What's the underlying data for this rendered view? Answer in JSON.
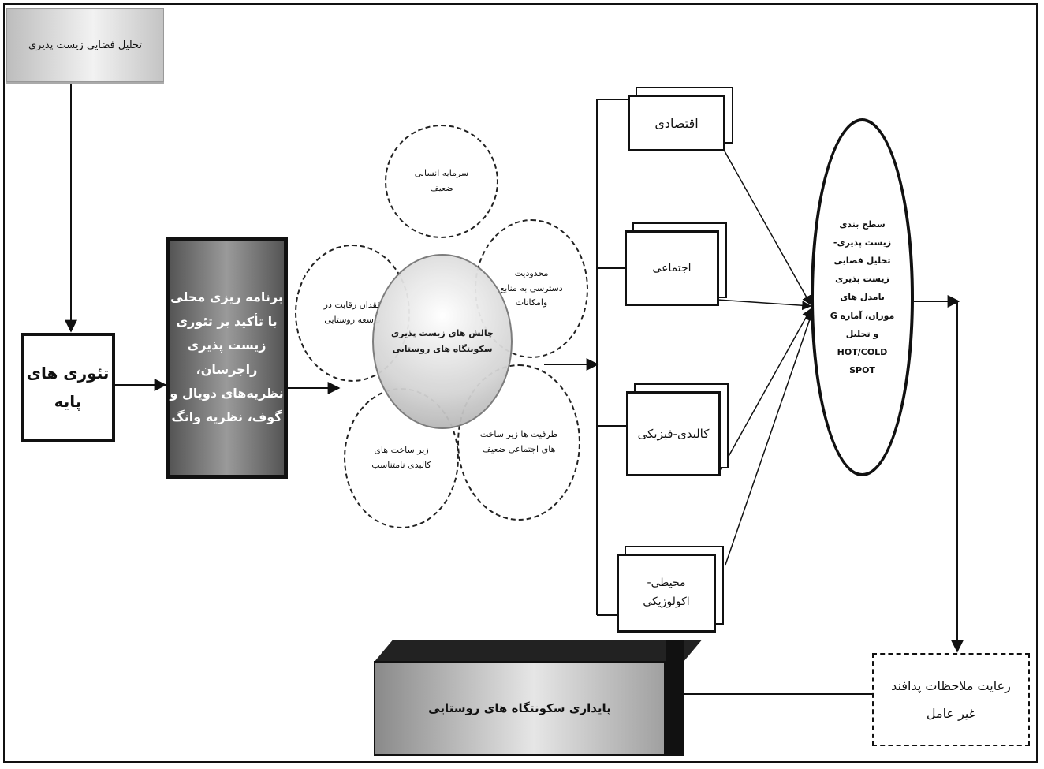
{
  "nodes": {
    "spatial_analysis": "تحلیل فضایی زیست پذیری",
    "base_theories": "تئوری های\nپایه",
    "local_planning": "برنامه ریزی محلی\nبا تأکید بر تئوری\nزیست پذیری\nراجرسان،\nنظریه‌های دویال و\nگوف، نظریه وانگ",
    "center_challenges": "چالش های زیست پذیری\nسکونتگاه های روستایی",
    "human_capital": "سرمایه انسانی\nضعیف",
    "access_limits": "محدودیت\nدسترسی به منابع\nوامکانات",
    "competition": "فقدان رقابت در\nتوسعه روستایی",
    "physical_infra": "زیر ساخت های\nکالبدی نامتناسب",
    "weak_infra": "ظرفیت ها زیر ساخت\nهای اجتماعی ضعیف",
    "economic": "اقتصادی",
    "social": "اجتماعی",
    "physical": "کالبدی-فیزیکی",
    "environmental": "محیطی-\nاکولوژیکی",
    "oval_text": "سطح بندی\nزیست پذیری-\nتحلیل فضایی\nزیست پذیری\nبامدل های\nموران، آماره G\nو تحلیل\nHOT/COLD\nSPOT",
    "passive_defense": "رعایت ملاحظات پدافند\nغیر عامل",
    "sustainability": "پایداری سکونتگاه های روستایی"
  },
  "colors": {
    "line": "#111111",
    "dark_gray": "#6e6e6e"
  }
}
